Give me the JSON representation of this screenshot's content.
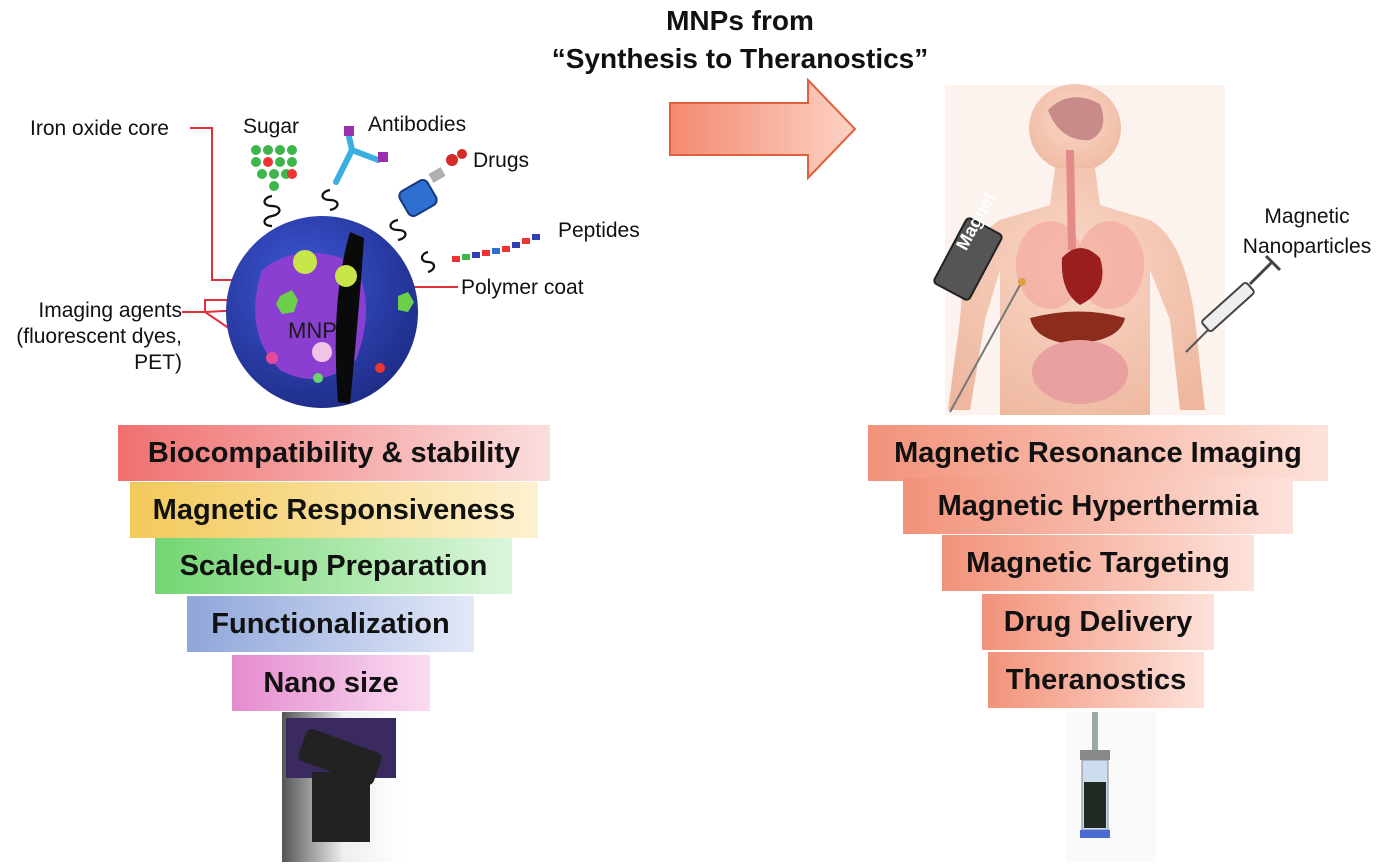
{
  "title": {
    "line1": "MNPs from",
    "line2": "“Synthesis to Theranostics”"
  },
  "nanoparticle": {
    "core_label": "MNP",
    "labels": {
      "iron_oxide_core": "Iron oxide core",
      "sugar": "Sugar",
      "antibodies": "Antibodies",
      "drugs": "Drugs",
      "peptides": "Peptides",
      "polymer_coat": "Polymer coat",
      "imaging_agents": [
        "Imaging agents",
        "(fluorescent dyes,",
        "PET)"
      ]
    }
  },
  "body": {
    "magnet_label": "Magnet",
    "magnetic_np_label": [
      "Magnetic",
      "Nanoparticles"
    ]
  },
  "left_stack": [
    {
      "label": "Biocompatibility & stability",
      "color": "#f07070"
    },
    {
      "label": "Magnetic Responsiveness",
      "color": "#f3c95a"
    },
    {
      "label": "Scaled-up Preparation",
      "color": "#72d672"
    },
    {
      "label": "Functionalization",
      "color": "#8fa6da"
    },
    {
      "label": "Nano size",
      "color": "#e58bcf"
    }
  ],
  "right_stack": [
    {
      "label": "Magnetic Resonance Imaging",
      "color": "#f2927a"
    },
    {
      "label": "Magnetic Hyperthermia",
      "color": "#f2927a"
    },
    {
      "label": "Magnetic Targeting",
      "color": "#f2927a"
    },
    {
      "label": "Drug Delivery",
      "color": "#f2927a"
    },
    {
      "label": "Theranostics",
      "color": "#f2927a"
    }
  ],
  "colors": {
    "arrow": "#f4907a",
    "line": "#e0313a",
    "sphere": "#2b3ea8",
    "core": "#8a3fd0"
  }
}
